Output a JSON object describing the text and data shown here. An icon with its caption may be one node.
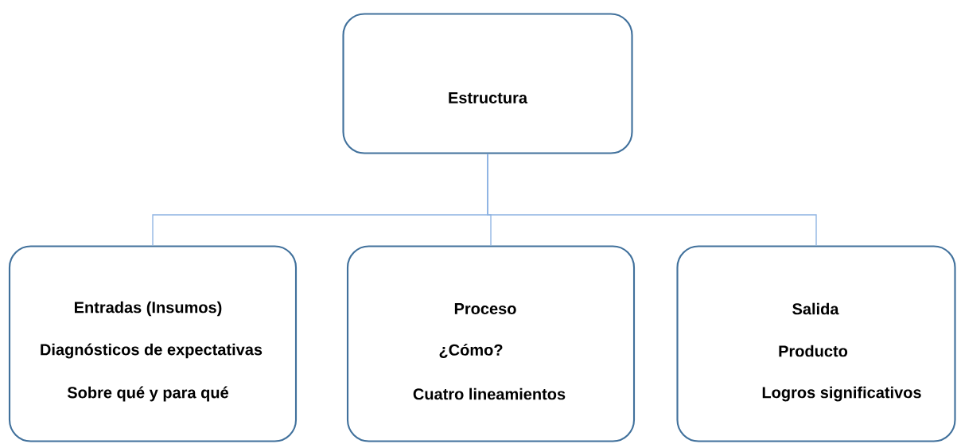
{
  "diagram": {
    "nodes": [
      {
        "text": [
          "Estructura"
        ]
      },
      {
        "text": [
          "Entradas (Insumos)",
          "Diagnósticos de expectativas",
          "Sobre qué y para qué"
        ]
      },
      {
        "text": [
          "Proceso",
          "¿Cómo?",
          "Cuatro lineamientos"
        ]
      },
      {
        "text": [
          "Salida",
          "Producto",
          "Logros significativos"
        ]
      }
    ],
    "edges": [
      {
        "from": 0,
        "to": 1,
        "arrow": "none"
      },
      {
        "from": 0,
        "to": 2,
        "arrow": "none"
      },
      {
        "from": 0,
        "to": 3,
        "arrow": "none"
      }
    ]
  }
}
